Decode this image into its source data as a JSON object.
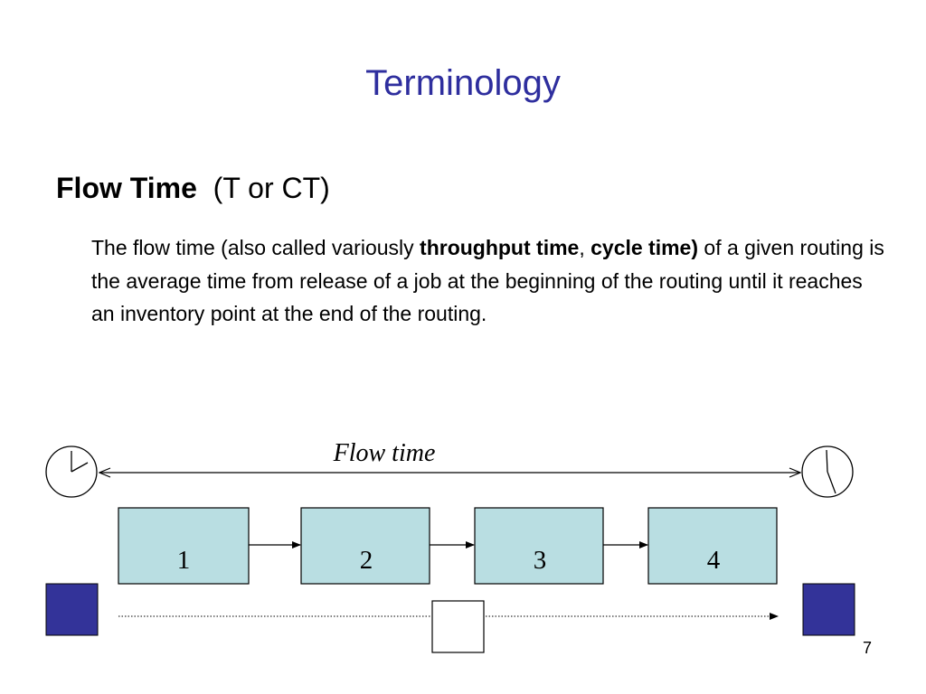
{
  "slide": {
    "title": "Terminology",
    "heading": {
      "term": "Flow Time",
      "abbrev": "(T or CT)"
    },
    "paragraph": {
      "part1": "The flow time (also called variously ",
      "bold1": "throughput time",
      "part2": ", ",
      "bold2": "cycle time)",
      "part3": " of a given routing is the average time from release of a job at the beginning of the routing until it reaches an inventory point at the end of the routing."
    },
    "diagram": {
      "flow_label": "Flow time",
      "steps": [
        "1",
        "2",
        "3",
        "4"
      ],
      "colors": {
        "station_fill": "#b9dee2",
        "inventory_fill": "#333399",
        "title_color": "#2e2e9e"
      }
    },
    "page_number": "7"
  }
}
